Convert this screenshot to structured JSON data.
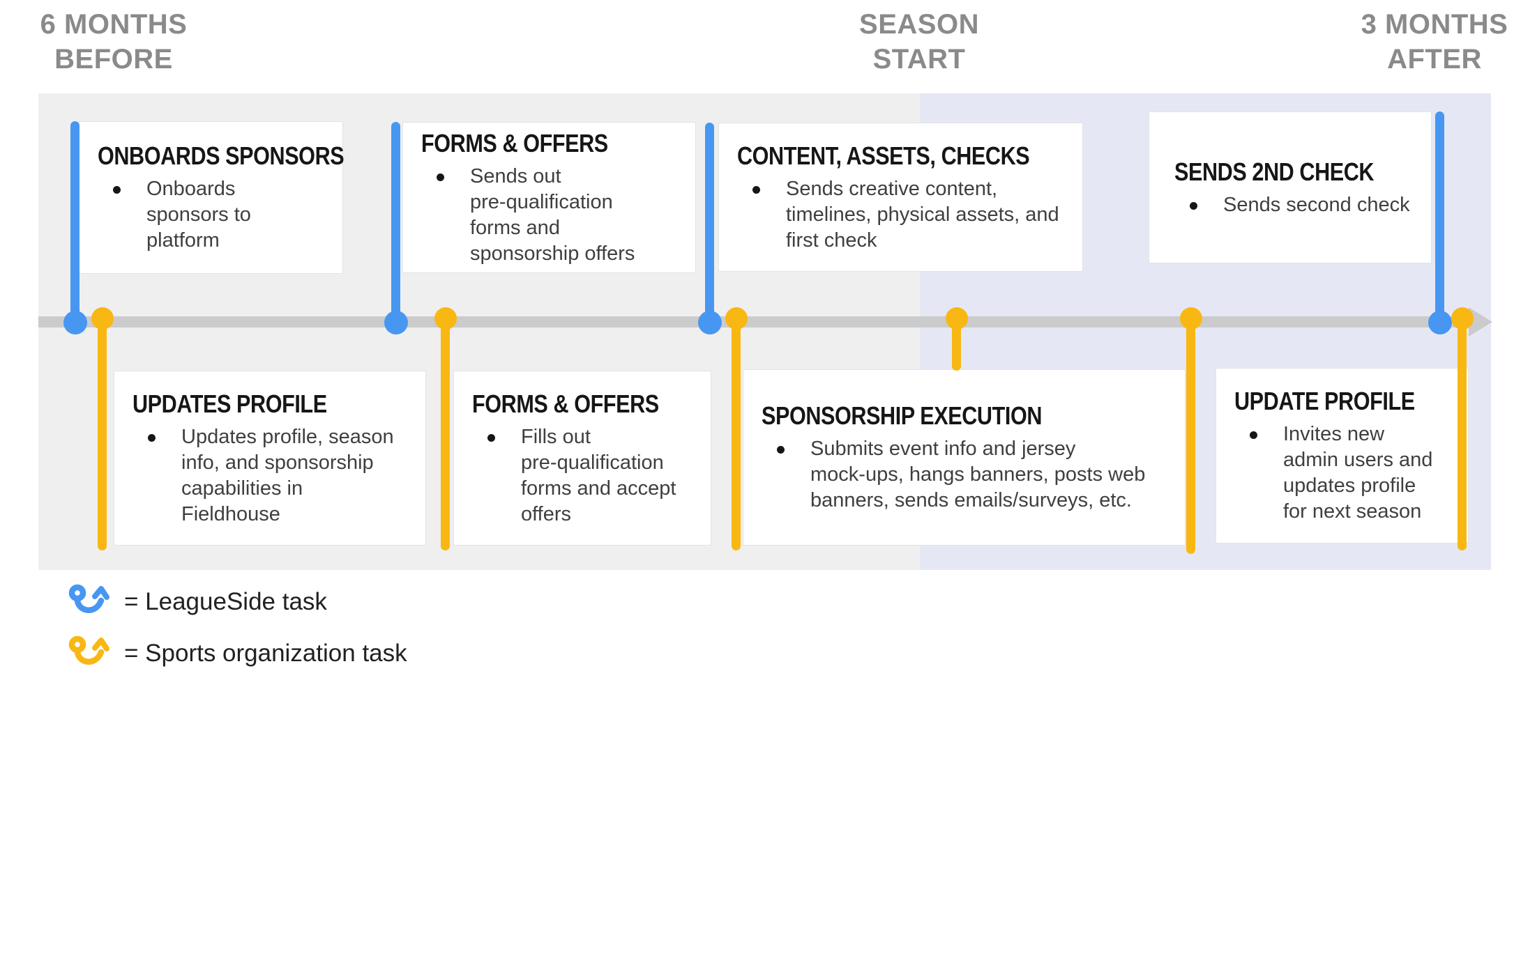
{
  "colors": {
    "blue": "#4797F2",
    "yellow": "#F9B713",
    "band_gray": "#EFEFEF",
    "band_lavender": "#E5E8F4",
    "bar_gray": "#CBCBCB",
    "header_text": "#8A8A8A",
    "title_text": "#161616",
    "body_text": "#3F3F3F",
    "card_border": "#E3E3E3",
    "legend_text": "#212121"
  },
  "header_labels": {
    "before": [
      "6 MONTHS",
      "BEFORE"
    ],
    "season_start": [
      "SEASON",
      "START"
    ],
    "after": [
      "3 MONTHS",
      "AFTER"
    ]
  },
  "top_cards": [
    {
      "title": "ONBOARDS SPONSORS",
      "bullet_lines": [
        "Onboards",
        "sponsors to",
        "platform"
      ]
    },
    {
      "title": "FORMS & OFFERS",
      "bullet_lines": [
        "Sends out",
        "pre-qualification",
        "forms and",
        "sponsorship offers"
      ]
    },
    {
      "title": "CONTENT, ASSETS, CHECKS",
      "bullet_lines": [
        "Sends creative content,",
        "timelines, physical assets, and",
        "first check"
      ]
    },
    {
      "title": "SENDS 2ND CHECK",
      "bullet_lines": [
        "Sends second check"
      ]
    }
  ],
  "bottom_cards": [
    {
      "title": "UPDATES PROFILE",
      "bullet_lines": [
        "Updates profile, season",
        "info, and sponsorship",
        "capabilities in",
        "Fieldhouse"
      ]
    },
    {
      "title": "FORMS & OFFERS",
      "bullet_lines": [
        "Fills out",
        "pre-qualification",
        "forms and accept",
        "offers"
      ]
    },
    {
      "title": "SPONSORSHIP EXECUTION",
      "bullet_lines": [
        "Submits event info and jersey",
        "mock-ups, hangs banners, posts web",
        "banners, sends emails/surveys, etc."
      ]
    },
    {
      "title": "UPDATE PROFILE",
      "bullet_lines": [
        "Invites new",
        "admin users and",
        "updates profile",
        "for next season"
      ]
    }
  ],
  "legend": [
    {
      "icon": "leagueside-marker-icon",
      "label": "= LeagueSide task"
    },
    {
      "icon": "sports-org-marker-icon",
      "label": "= Sports organization task"
    }
  ]
}
